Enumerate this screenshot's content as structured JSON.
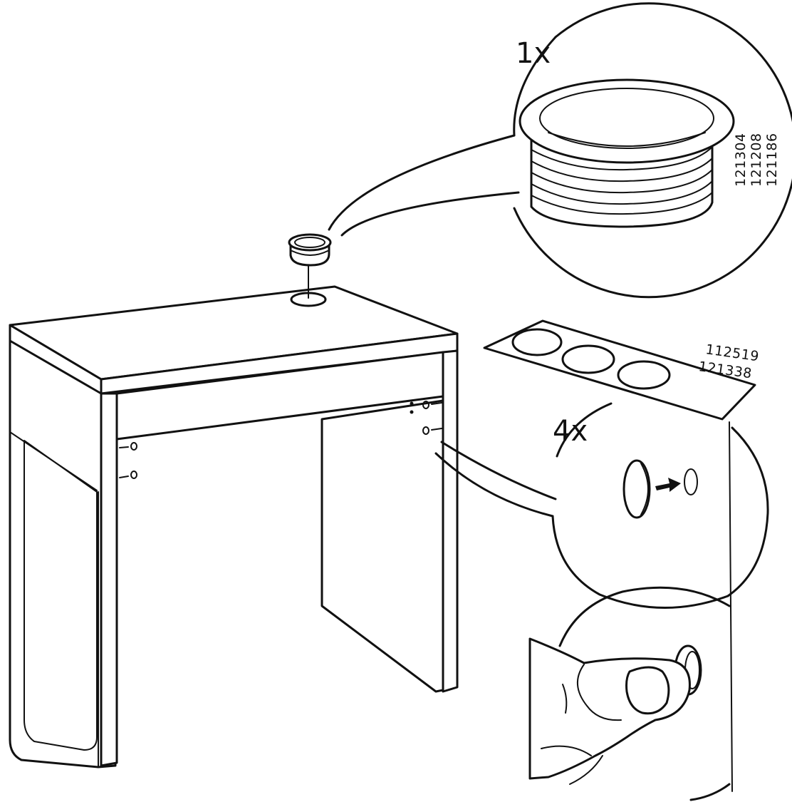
{
  "grommet": {
    "quantity": "1x",
    "part_numbers": [
      "121304",
      "121208",
      "121186"
    ]
  },
  "felt_pads": {
    "quantity": "4x",
    "part_numbers": [
      "112519",
      "121338"
    ]
  },
  "colors": {
    "line": "#111111",
    "paper": "#ffffff"
  }
}
